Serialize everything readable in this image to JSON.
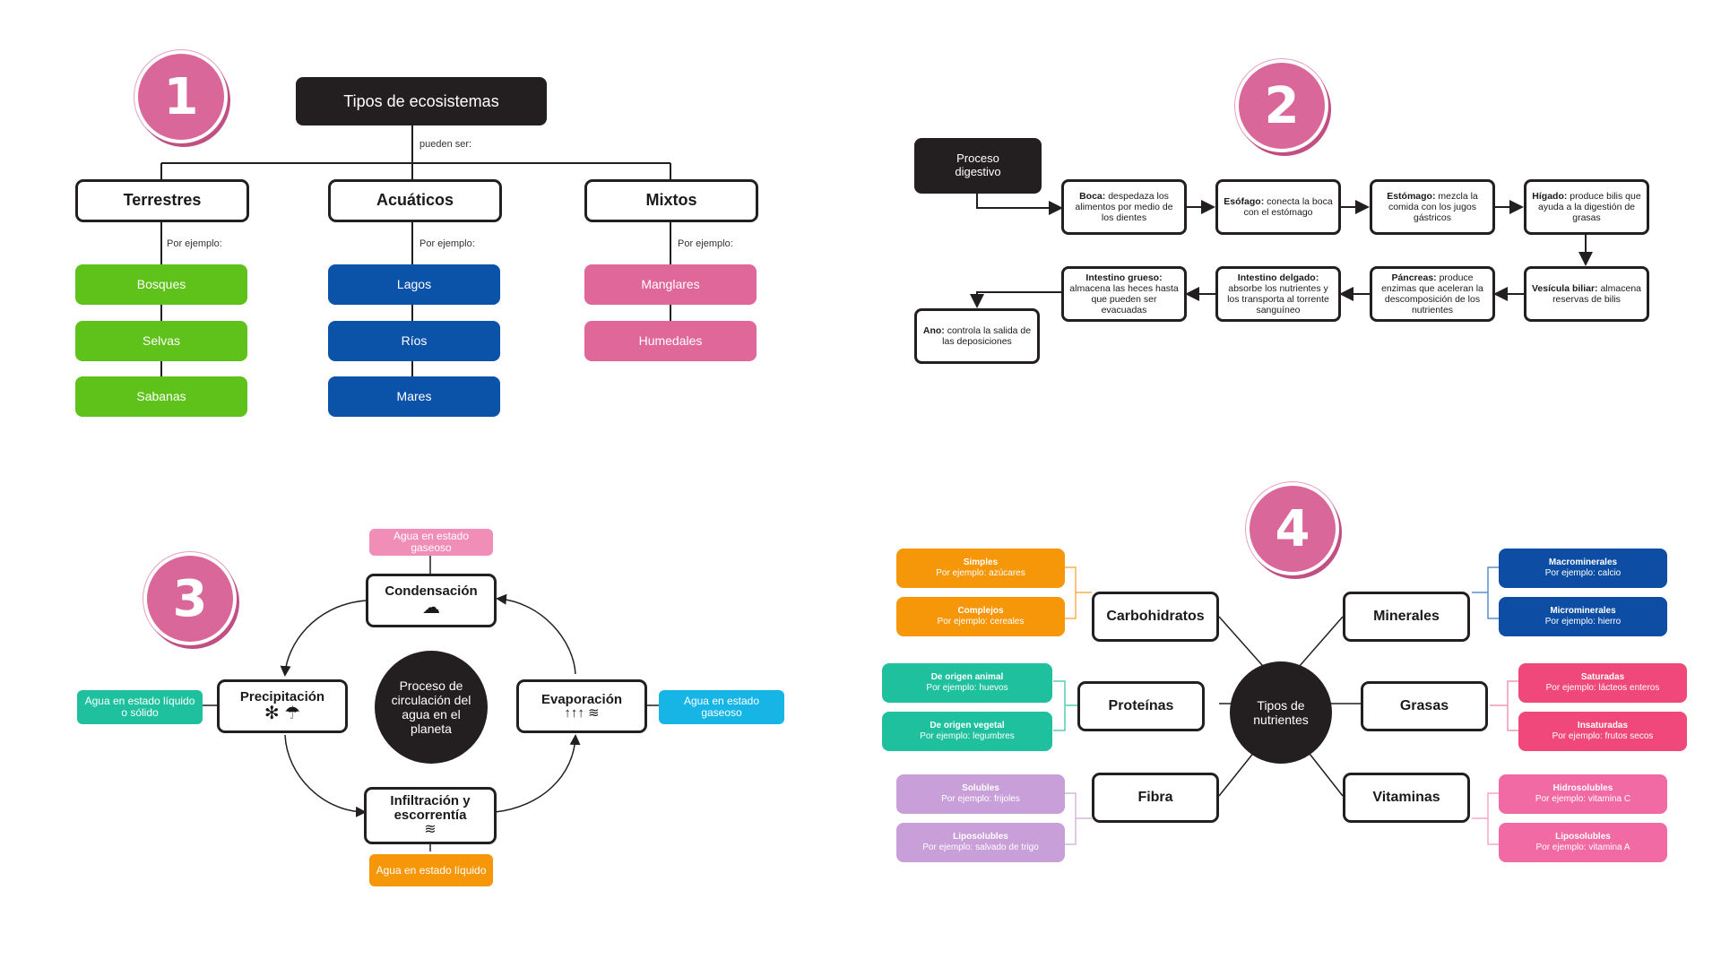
{
  "badges": [
    "1",
    "2",
    "3",
    "4"
  ],
  "colors": {
    "badge": "#d9679a",
    "green": "#5ec21a",
    "blue": "#0b53a8",
    "pink": "#e0679a",
    "dark": "#231f20",
    "teal": "#1ec09d",
    "cyan": "#16b5e5",
    "orange": "#f6970a",
    "lightpink": "#f18eb7",
    "navy": "#0d4ea4",
    "red": "#f0487a",
    "lavender": "#c89fd8",
    "rose": "#f26aa3"
  },
  "ecosystems": {
    "title": "Tipos de ecosistemas",
    "connector": "pueden ser:",
    "example_label": "Por ejemplo:",
    "categories": [
      {
        "name": "Terrestres",
        "examples": [
          "Bosques",
          "Selvas",
          "Sabanas"
        ]
      },
      {
        "name": "Acuáticos",
        "examples": [
          "Lagos",
          "Ríos",
          "Mares"
        ]
      },
      {
        "name": "Mixtos",
        "examples": [
          "Manglares",
          "Humedales"
        ]
      }
    ]
  },
  "digestion": {
    "start": "Proceso digestivo",
    "steps": [
      {
        "title": "Boca:",
        "text": "despedaza los alimentos por medio de los dientes"
      },
      {
        "title": "Esófago:",
        "text": "conecta la boca con el estómago"
      },
      {
        "title": "Estómago:",
        "text": "mezcla la comida con los jugos gástricos"
      },
      {
        "title": "Hígado:",
        "text": "produce bilis que ayuda a la digestión de grasas"
      },
      {
        "title": "Vesícula biliar:",
        "text": "almacena reservas de bilis"
      },
      {
        "title": "Páncreas:",
        "text": "produce enzimas que aceleran la descomposición de los nutrientes"
      },
      {
        "title": "Intestino delgado:",
        "text": "absorbe los nutrientes y los transporta al torrente sanguíneo"
      },
      {
        "title": "Intestino grueso:",
        "text": "almacena las heces hasta que pueden ser evacuadas"
      },
      {
        "title": "Ano:",
        "text": "controla la salida de las deposiciones"
      }
    ]
  },
  "water": {
    "center": "Proceso de circulación del agua en el planeta",
    "stages": [
      {
        "name": "Condensación",
        "icon": "☁",
        "icon_name": "clouds-icon",
        "state": "Agua en estado gaseoso"
      },
      {
        "name": "Evaporación",
        "icon": "↑↑↑ ≋",
        "icon_name": "evaporation-icon",
        "state": "Agua en estado gaseoso"
      },
      {
        "name": "Infiltración y escorrentía",
        "icon": "≋",
        "icon_name": "waves-icon",
        "state": "Agua en estado líquido"
      },
      {
        "name": "Precipitación",
        "icon": "✻ ☂",
        "icon_name": "snow-rain-icon",
        "state": "Agua en estado líquido o sólido"
      }
    ]
  },
  "nutrients": {
    "center": "Tipos de nutrientes",
    "groups": [
      {
        "name": "Carbohidratos",
        "items": [
          {
            "title": "Simples",
            "ex": "Por ejemplo: azúcares"
          },
          {
            "title": "Complejos",
            "ex": "Por ejemplo: cereales"
          }
        ]
      },
      {
        "name": "Proteínas",
        "items": [
          {
            "title": "De origen animal",
            "ex": "Por ejemplo: huevos"
          },
          {
            "title": "De origen vegetal",
            "ex": "Por ejemplo: legumbres"
          }
        ]
      },
      {
        "name": "Fibra",
        "items": [
          {
            "title": "Solubles",
            "ex": "Por ejemplo: frijoles"
          },
          {
            "title": "Liposolubles",
            "ex": "Por ejemplo: salvado de trigo"
          }
        ]
      },
      {
        "name": "Minerales",
        "items": [
          {
            "title": "Macrominerales",
            "ex": "Por ejemplo: calcio"
          },
          {
            "title": "Microminerales",
            "ex": "Por ejemplo: hierro"
          }
        ]
      },
      {
        "name": "Grasas",
        "items": [
          {
            "title": "Saturadas",
            "ex": "Por ejemplo: lácteos enteros"
          },
          {
            "title": "Insaturadas",
            "ex": "Por ejemplo: frutos secos"
          }
        ]
      },
      {
        "name": "Vitaminas",
        "items": [
          {
            "title": "Hidrosolubles",
            "ex": "Por ejemplo: vitamina C"
          },
          {
            "title": "Liposolubles",
            "ex": "Por ejemplo: vitamina A"
          }
        ]
      }
    ]
  }
}
